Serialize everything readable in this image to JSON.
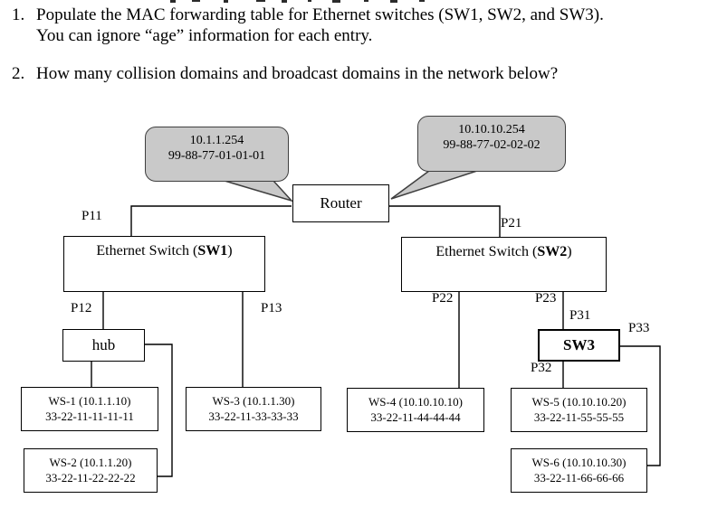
{
  "questions": [
    {
      "number": "1.",
      "lines": [
        "Populate the MAC forwarding table for Ethernet switches (SW1, SW2, and SW3).",
        "You can ignore “age” information for each entry."
      ]
    },
    {
      "number": "2.",
      "lines": [
        "How many collision domains and broadcast domains in the network below?"
      ]
    }
  ],
  "diagram": {
    "router": {
      "label": "Router"
    },
    "callouts": {
      "left": {
        "ip": "10.1.1.254",
        "mac": "99-88-77-01-01-01"
      },
      "right": {
        "ip": "10.10.10.254",
        "mac": "99-88-77-02-02-02"
      }
    },
    "switches": {
      "sw1": {
        "prefix": "Ethernet Switch (",
        "name": "SW1",
        "suffix": ")"
      },
      "sw2": {
        "prefix": "Ethernet Switch (",
        "name": "SW2",
        "suffix": ")"
      },
      "sw3": {
        "name": "SW3"
      }
    },
    "hub": {
      "label": "hub"
    },
    "ports": {
      "p11": "P11",
      "p12": "P12",
      "p13": "P13",
      "p21": "P21",
      "p22": "P22",
      "p23": "P23",
      "p31": "P31",
      "p32": "P32",
      "p33": "P33"
    },
    "workstations": [
      {
        "name": "WS-1 (10.1.1.10)",
        "mac": "33-22-11-11-11-11"
      },
      {
        "name": "WS-2 (10.1.1.20)",
        "mac": "33-22-11-22-22-22"
      },
      {
        "name": "WS-3 (10.1.1.30)",
        "mac": "33-22-11-33-33-33"
      },
      {
        "name": "WS-4 (10.10.10.10)",
        "mac": "33-22-11-44-44-44"
      },
      {
        "name": "WS-5 (10.10.10.20)",
        "mac": "33-22-11-55-55-55"
      },
      {
        "name": "WS-6 (10.10.10.30)",
        "mac": "33-22-11-66-66-66"
      }
    ],
    "colors": {
      "callout_fill": "#c9c9c9",
      "line": "#000000"
    }
  }
}
